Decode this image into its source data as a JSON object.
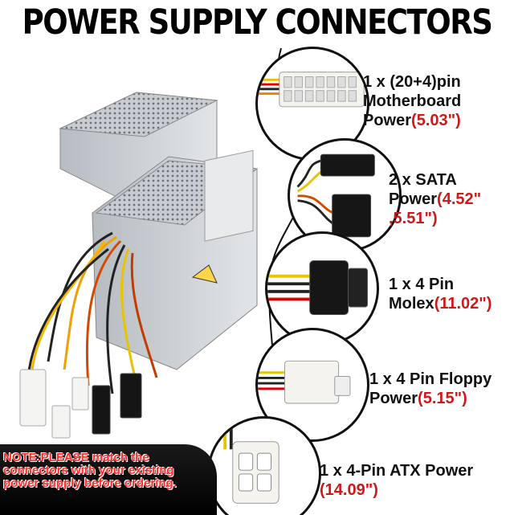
{
  "title": "POWER SUPPLY CONNECTORS",
  "connectors": [
    {
      "line1": "1 x (20+4)pin",
      "line2": "Motherboard",
      "line3": "Power",
      "size": "(5.03\")"
    },
    {
      "line1": "2 x SATA",
      "line2": "Power",
      "size_a": "(4.52\"",
      "size_b": ",5.51\")"
    },
    {
      "line1": "1 x 4 Pin",
      "line2": "Molex",
      "size": "(11.02\")"
    },
    {
      "line1": "1 x 4 Pin Floppy",
      "line2": "Power",
      "size": "(5.15\")"
    },
    {
      "line1": "1 x 4-Pin ATX Power",
      "size": "(14.09\")"
    }
  ],
  "note": "NOTE:PLEASE match the connectors with your existing power supply before ordering.",
  "colors": {
    "accent": "#d01818",
    "note_text": "#ff2a2a",
    "note_bg": "#000000"
  }
}
